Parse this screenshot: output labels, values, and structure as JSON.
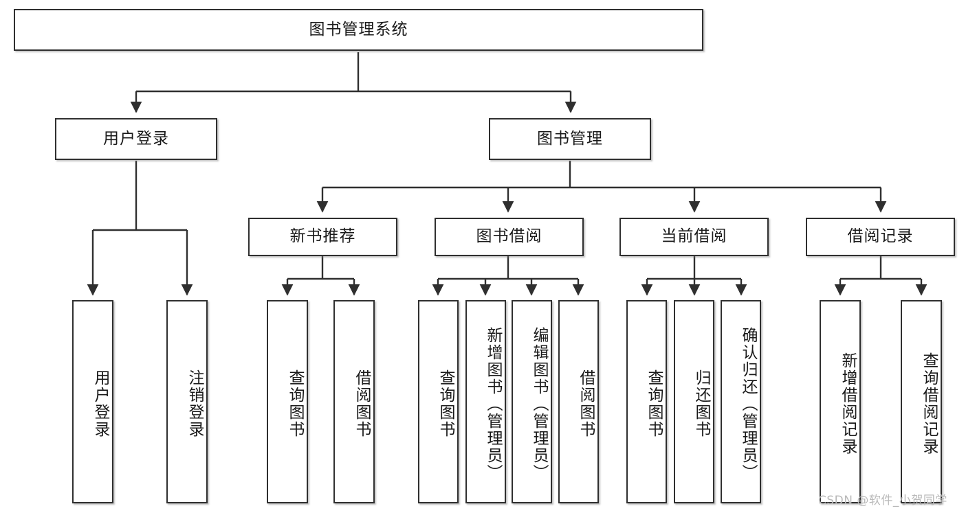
{
  "diagram": {
    "type": "tree",
    "title": "图书管理系统",
    "root": {
      "label": "图书管理系统"
    },
    "level2": [
      {
        "label": "用户登录"
      },
      {
        "label": "图书管理"
      }
    ],
    "level3": [
      {
        "label": "新书推荐"
      },
      {
        "label": "图书借阅"
      },
      {
        "label": "当前借阅"
      },
      {
        "label": "借阅记录"
      }
    ],
    "leaves": {
      "user_login": [
        {
          "label": "用户登录"
        },
        {
          "label": "注销登录"
        }
      ],
      "new_book_recommend": [
        {
          "label": "查询图书"
        },
        {
          "label": "借阅图书"
        }
      ],
      "book_borrow": [
        {
          "label": "查询图书"
        },
        {
          "label": "新增图书（管理员）"
        },
        {
          "label": "编辑图书（管理员）"
        },
        {
          "label": "借阅图书"
        }
      ],
      "current_borrow": [
        {
          "label": "查询图书"
        },
        {
          "label": "归还图书"
        },
        {
          "label": "确认归还（管理员）"
        }
      ],
      "borrow_record": [
        {
          "label": "新增借阅记录"
        },
        {
          "label": "查询借阅记录"
        }
      ]
    }
  },
  "watermark": {
    "text": "CSDN @软件_小贺同学"
  },
  "colors": {
    "stroke": "#2f2f2f",
    "fill": "#ffffff",
    "text": "#1a1a1a",
    "watermark": "#b9b9b9"
  }
}
